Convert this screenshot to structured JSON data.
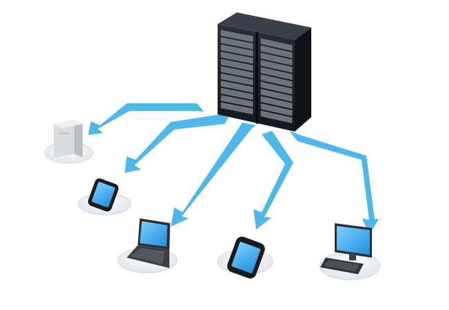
{
  "scene": {
    "background": "#ffffff",
    "arrow_color": "#4fb8ea",
    "server_color": "#1e2228",
    "platform_color": "#e9eef2"
  },
  "server": {
    "icon": "server-rack-icon",
    "units_per_cabinet": 11
  },
  "devices": [
    {
      "id": "desktop-tower",
      "icon": "desktop-tower-icon"
    },
    {
      "id": "smartphone-small",
      "icon": "smartphone-icon"
    },
    {
      "id": "laptop",
      "icon": "laptop-icon"
    },
    {
      "id": "smartphone-large",
      "icon": "smartphone-icon"
    },
    {
      "id": "desktop-monitor",
      "icon": "monitor-keyboard-icon"
    }
  ]
}
